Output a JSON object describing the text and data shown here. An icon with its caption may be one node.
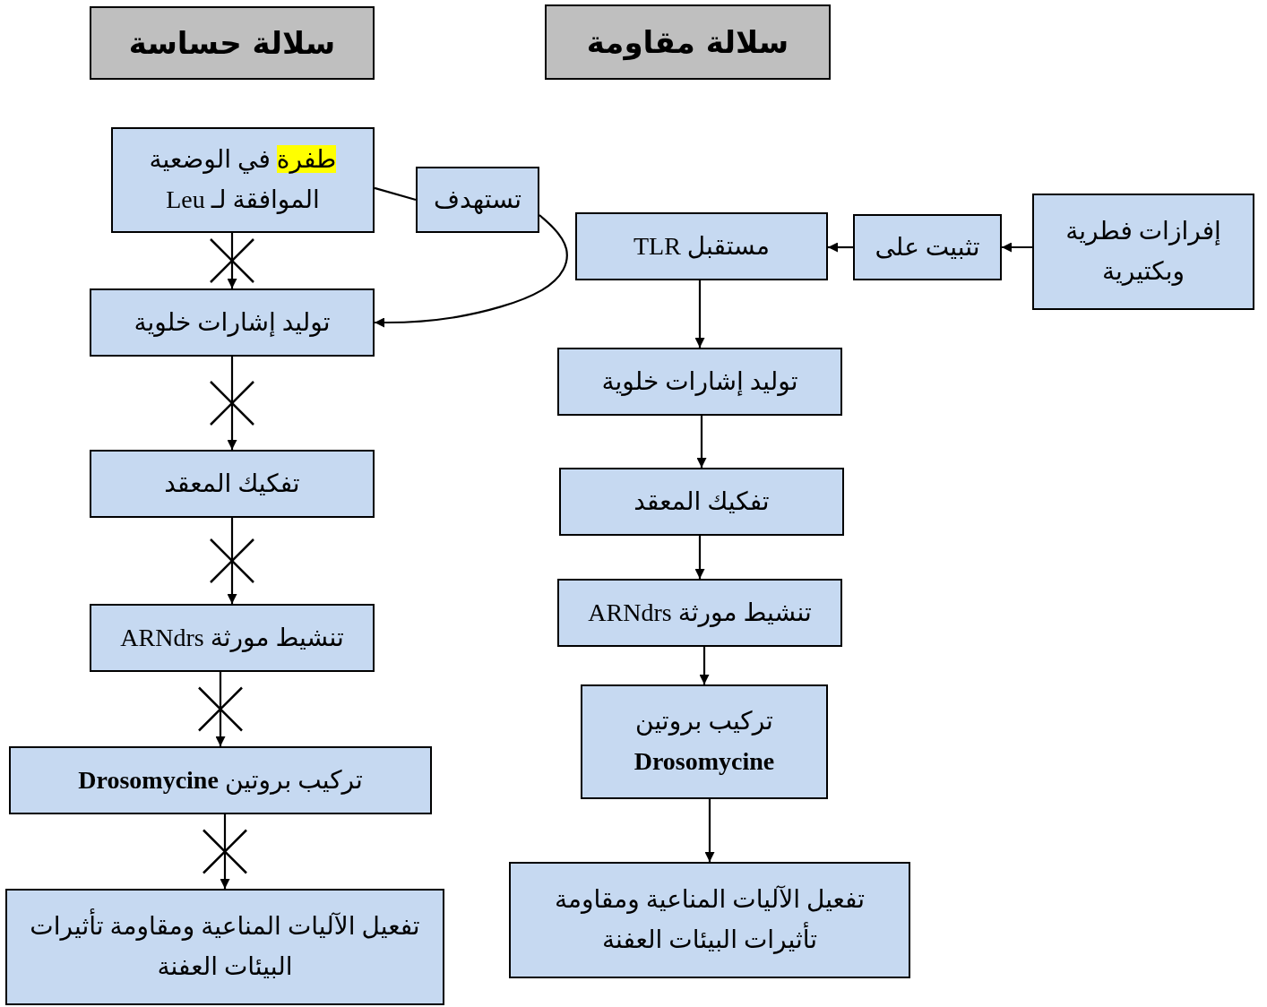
{
  "diagram": {
    "nodes": [
      {
        "text": [
          "سلالة حساسة"
        ]
      },
      {
        "text": [
          "سلالة مقاومة"
        ]
      },
      {
        "text": [
          "طفرة في الوضعية الموافقة لـ Leu"
        ]
      },
      {
        "text": [
          "تستهدف"
        ]
      },
      {
        "text": [
          "توليد إشارات خلوية"
        ]
      },
      {
        "text": [
          "تفكيك المعقد"
        ]
      },
      {
        "text": [
          "تنشيط مورثة ARNdrs"
        ]
      },
      {
        "text": [
          "تركيب بروتين **Drosomycine**"
        ]
      },
      {
        "text": [
          "تفعيل الآليات المناعية ومقاومة تأثيرات البيئات العفنة"
        ]
      },
      {
        "text": [
          "إفرازات فطرية وبكتيرية"
        ]
      },
      {
        "text": [
          "تثبيت على"
        ]
      },
      {
        "text": [
          "مستقبل TLR"
        ]
      },
      {
        "text": [
          "توليد إشارات خلوية"
        ]
      },
      {
        "text": [
          "تفكيك المعقد"
        ]
      },
      {
        "text": [
          "تنشيط مورثة ARNdrs"
        ]
      },
      {
        "text": [
          "تركيب بروتين **Drosomycine**"
        ]
      },
      {
        "text": [
          "تفعيل الآليات المناعية ومقاومة تأثيرات البيئات العفنة"
        ]
      }
    ],
    "edges": [
      {
        "from": 2,
        "to": 4,
        "arrow": "to"
      },
      {
        "from": 2,
        "to": 3,
        "arrow": "none"
      },
      {
        "from": 3,
        "to": 4,
        "arrow": "to"
      },
      {
        "from": 4,
        "to": 5,
        "arrow": "to"
      },
      {
        "from": 5,
        "to": 6,
        "arrow": "to"
      },
      {
        "from": 6,
        "to": 7,
        "arrow": "to"
      },
      {
        "from": 7,
        "to": 8,
        "arrow": "to"
      },
      {
        "from": 9,
        "to": 10,
        "arrow": "to"
      },
      {
        "from": 10,
        "to": 11,
        "arrow": "to"
      },
      {
        "from": 11,
        "to": 12,
        "arrow": "to"
      },
      {
        "from": 12,
        "to": 13,
        "arrow": "to"
      },
      {
        "from": 13,
        "to": 14,
        "arrow": "to"
      },
      {
        "from": 14,
        "to": 15,
        "arrow": "to"
      },
      {
        "from": 15,
        "to": 16,
        "arrow": "to"
      }
    ]
  }
}
